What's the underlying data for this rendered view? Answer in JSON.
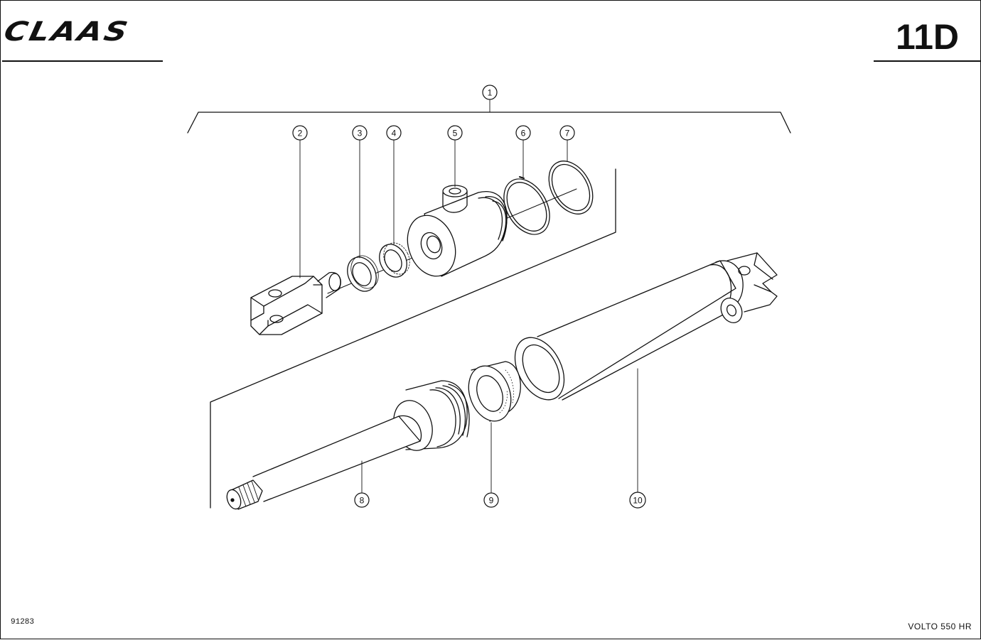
{
  "header": {
    "brand": "CLAAS",
    "page_code": "11D"
  },
  "footer": {
    "drawing_number": "91283",
    "model": "VOLTO 550 HR"
  },
  "diagram": {
    "callouts": [
      "1",
      "2",
      "3",
      "4",
      "5",
      "6",
      "7",
      "8",
      "9",
      "10"
    ]
  }
}
